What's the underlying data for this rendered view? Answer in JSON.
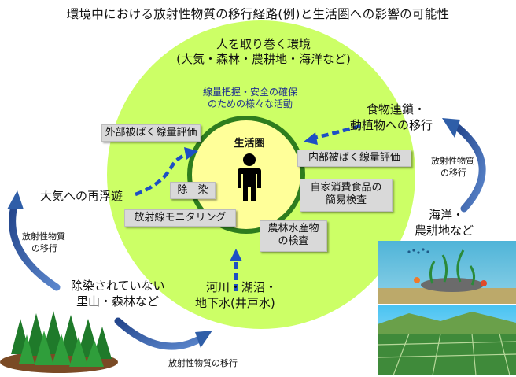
{
  "title": "環境中における放射性物質の移行経路(例)と生活圏への影響の可能性",
  "outer_circle": {
    "line1": "人を取り巻く環境",
    "line2": "(大気・森林・農耕地・海洋など)"
  },
  "activities": {
    "line1": "線量把握・安全の確保",
    "line2": "のための様々な活動"
  },
  "center_label": "生活圏",
  "boxes": {
    "external_dose": "外部被ばく線量評価",
    "internal_dose": "内部被ばく線量評価",
    "decontamination": "除　染",
    "self_food_line1": "自家消費食品の",
    "self_food_line2": "簡易検査",
    "monitoring": "放射線モニタリング",
    "agri_line1": "農林水産物",
    "agri_line2": "の検査"
  },
  "sources": {
    "atmosphere": "大気への再浮遊",
    "food_chain_line1": "食物連鎖・",
    "food_chain_line2": "動植物への移行",
    "sea_line1": "海洋・",
    "sea_line2": "農耕地など",
    "forest_line1": "除染されていない",
    "forest_line2": "里山・森林など",
    "water_line1": "河川・湖沼・",
    "water_line2": "地下水(井戸水)"
  },
  "transfer_labels": {
    "left_line1": "放射性物質",
    "left_line2": "の移行",
    "right_line1": "放射性物質",
    "right_line2": "の移行",
    "bottom": "放射性物質の移行"
  },
  "colors": {
    "outer_circle": "#ccff66",
    "inner_ring": "#2e7d1e",
    "inner_fill": "#ffff99",
    "arrow_dashed": "#1d4fc4",
    "arrow_curved": "#2f5ea8"
  }
}
